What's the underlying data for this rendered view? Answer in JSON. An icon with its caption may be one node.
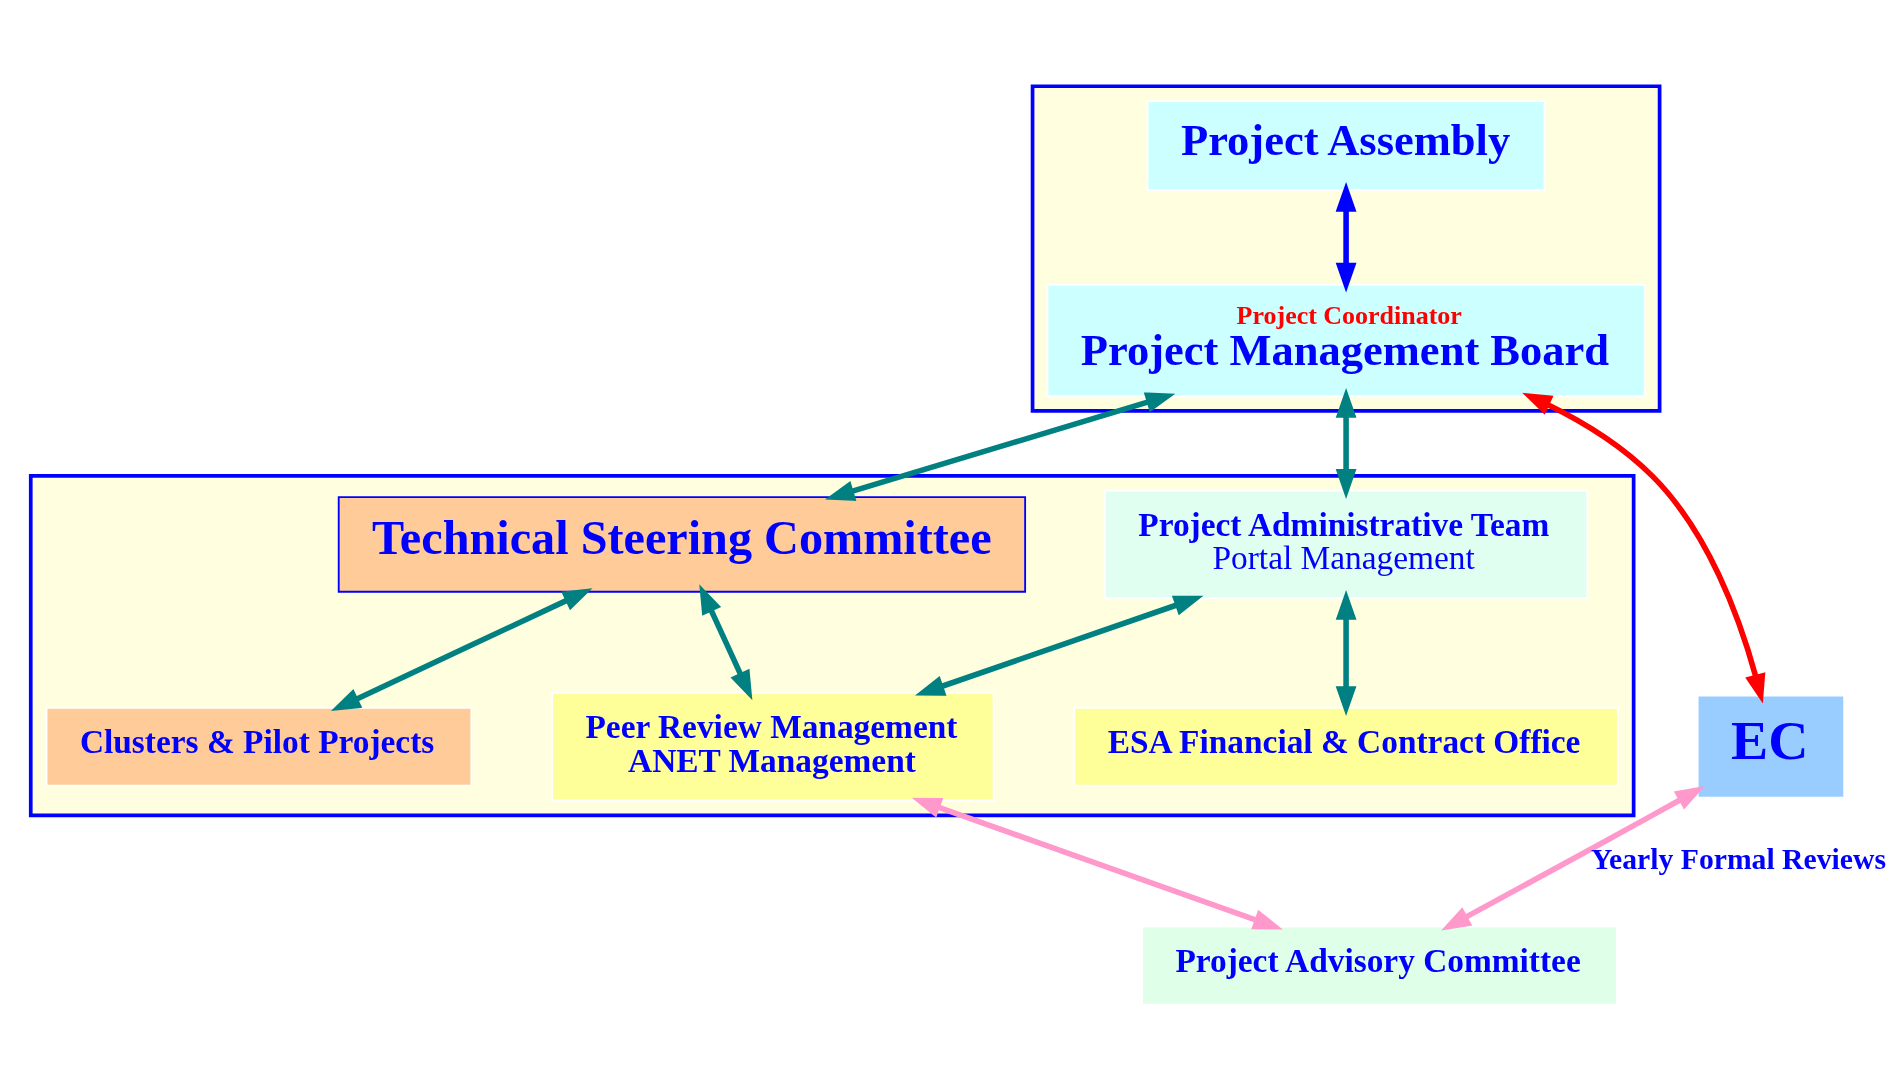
{
  "diagram": {
    "nodes": [
      {
        "text": [],
        "shape": "box"
      },
      {
        "text": [
          "Project Assembly"
        ],
        "in": 0
      },
      {
        "text": [
          "Project Coordinator",
          "Project Management Board"
        ],
        "in": 0
      },
      {
        "text": [
          "EC"
        ]
      },
      {
        "text": [],
        "shape": "box"
      },
      {
        "text": [
          "Technical Steering Committee"
        ],
        "in": 4
      },
      {
        "text": [
          "Project Administrative Team",
          "Portal Management"
        ],
        "in": 4
      },
      {
        "text": [
          "Clusters & Pilot Projects"
        ],
        "in": 4
      },
      {
        "text": [
          "Peer Review Management",
          "ANET Management"
        ],
        "in": 4
      },
      {
        "text": [
          "ESA Financial & Contract Office"
        ],
        "in": 4
      },
      {
        "text": [
          "Project Advisory Committee"
        ]
      }
    ],
    "edges": [
      {
        "from": 1,
        "to": 2,
        "arrow": "both",
        "color": "#0000ff"
      },
      {
        "from": 2,
        "to": 3,
        "arrow": "both",
        "color": "#ff0000"
      },
      {
        "from": 2,
        "to": 6,
        "arrow": "both"
      },
      {
        "from": 2,
        "to": 5,
        "arrow": "both"
      },
      {
        "from": 5,
        "to": 8,
        "arrow": "both"
      },
      {
        "from": 5,
        "to": 7,
        "arrow": "both"
      },
      {
        "from": 6,
        "to": 8,
        "arrow": "both"
      },
      {
        "from": 6,
        "to": 9,
        "arrow": "both"
      },
      {
        "from": 3,
        "to": 10,
        "arrow": "both",
        "color": "#ff99cc",
        "label": "Yearly Formal Reviews"
      },
      {
        "from": 8,
        "to": 10,
        "arrow": "both",
        "color": "#ff99cc"
      }
    ]
  }
}
